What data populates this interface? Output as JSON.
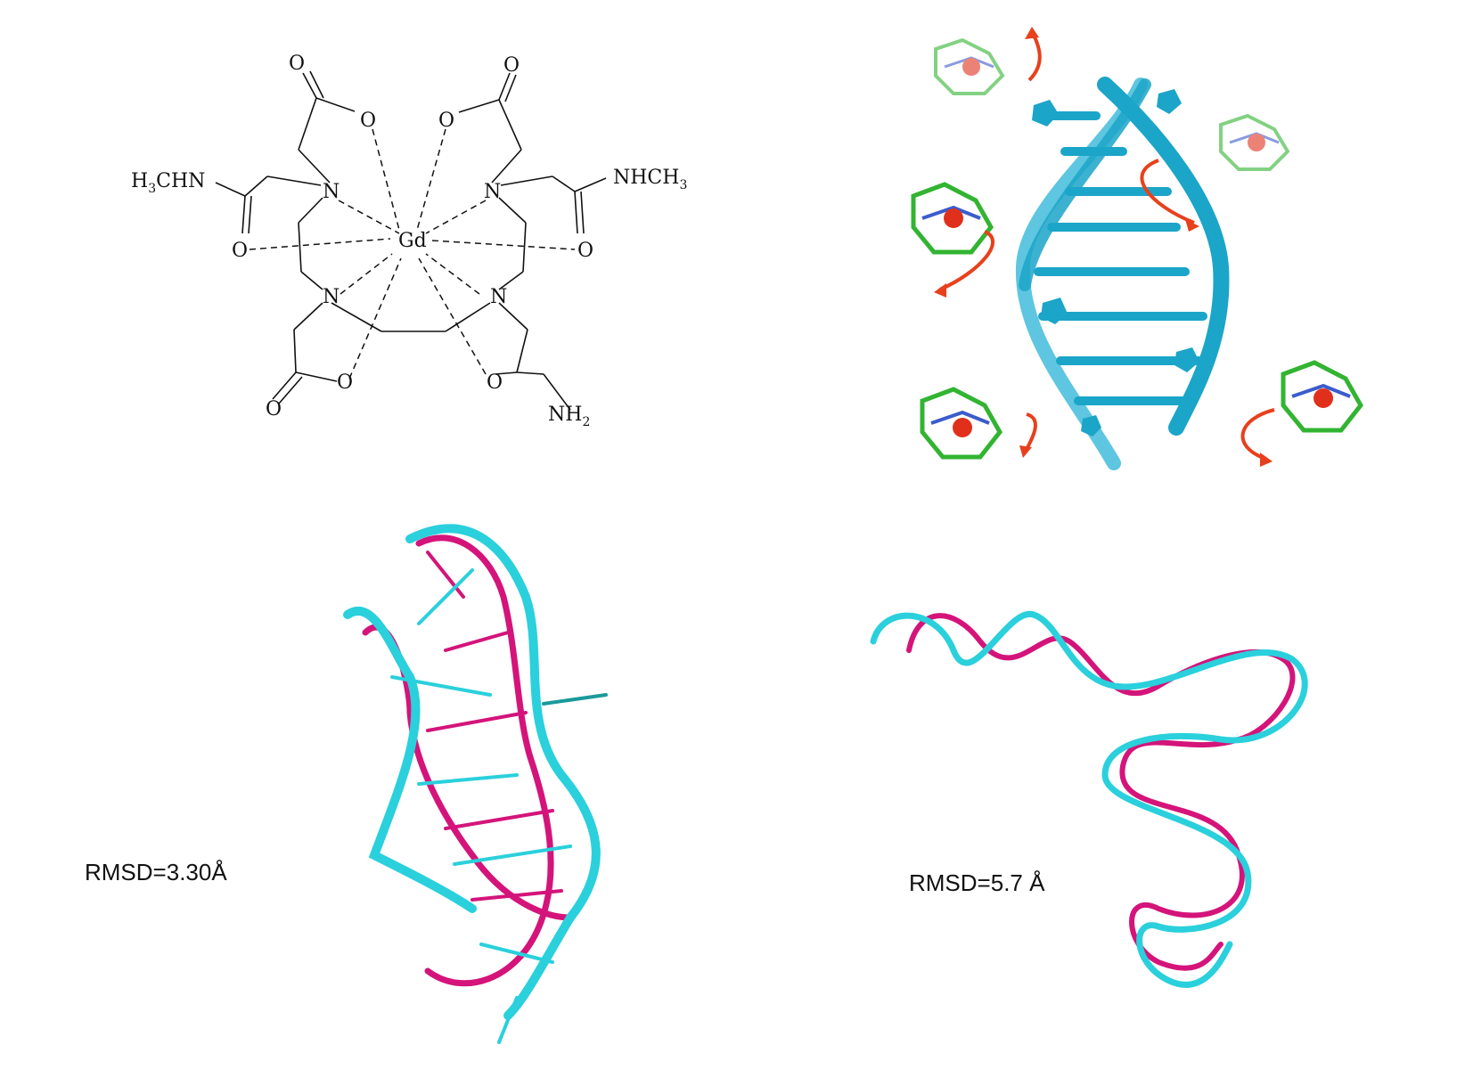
{
  "structure": {
    "metal": "Gd",
    "nitrogen": "N",
    "oxygen": "O",
    "left_group": {
      "main": "H",
      "sub": "3",
      "rest": "CHN"
    },
    "right_group": {
      "main": "NHCH",
      "sub": "3"
    },
    "amine_group": {
      "main": "NH",
      "sub": "2"
    }
  },
  "panels": {
    "bottom_left": {
      "label": "RMSD=3.30Å"
    },
    "bottom_right": {
      "label": "RMSD=5.7 Å"
    }
  },
  "colors": {
    "cyan": "#2ad0dc",
    "magenta": "#d4147a",
    "helix": "#1ba5c8",
    "arrow": "#e8401c",
    "ligand_green": "#32b432",
    "gd_atom": "#e0301c"
  }
}
